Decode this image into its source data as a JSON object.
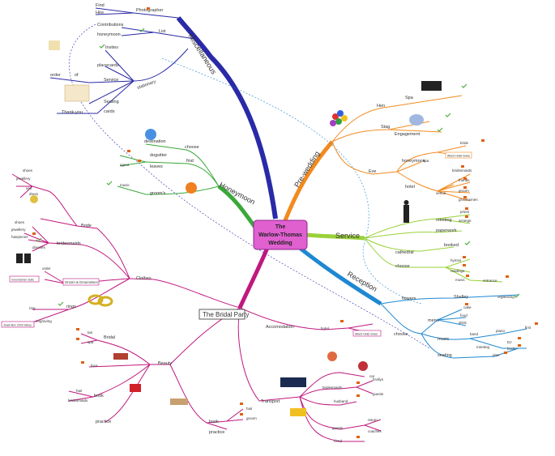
{
  "colors": {
    "misc": "#2a2aa8",
    "honeymoon": "#3aa83a",
    "prewedding": "#f28a1e",
    "service": "#9ad13a",
    "reception": "#1e88d2",
    "bridal": "#c0187f",
    "central_fill": "#e060d0"
  },
  "central": {
    "line1": "The",
    "line2": "Warlow-Thomas",
    "line3": "Wedding"
  },
  "misc": {
    "branch": "Miscellaneous",
    "photographer": "Photographer",
    "find": "Find",
    "hire": "Hire",
    "list": "List",
    "contributions": "Contributions",
    "honeymoon": "honeymoon",
    "invites": "Invites",
    "placecards": "placecards",
    "order": "order",
    "of": "of",
    "service": "Service",
    "seating": "Seating",
    "stationary": "stationary",
    "cards": "cards",
    "thankyou": "Thank-you"
  },
  "honeymoon": {
    "branch": "Honeymoon",
    "choose": "choose",
    "destination": "destination",
    "find": "find",
    "dogsitter": "dogsitter",
    "leaves": "leaves",
    "agent": "agent",
    "grooms": "groom's",
    "music": "music"
  },
  "prewedding": {
    "branch": "Pre-wedding",
    "hen": "Hen",
    "spa": "Spa",
    "stag": "Stag",
    "engagement": "Engagement",
    "eve": "Eve",
    "honeymoon": "honeymoon",
    "bride": "bride",
    "hotel_box": "Albert Hotel Sowe",
    "spa2": "spa",
    "hotel": "hotel",
    "bridesmaids": "bridesmaids",
    "friends": "friends",
    "venue": "venue",
    "groom": "groom",
    "groomsmen": "groomsmen"
  },
  "service": {
    "branch": "Service",
    "meeting": "meeting",
    "priest": "priest",
    "arrange": "arrange",
    "paperwork": "paperwork",
    "cathedral": "cathedral",
    "booked": "booked",
    "choose": "choose",
    "hymns": "hymns",
    "readings": "readings",
    "music": "music",
    "entrance": "entrance"
  },
  "reception": {
    "branch": "Reception",
    "flowers": "flowers",
    "shelley": "Shelley",
    "organising": "organising",
    "choose": "choose",
    "menu": "menu",
    "cake": "cake",
    "food": "food",
    "drink": "drink",
    "music": "music",
    "band": "band",
    "piano": "piano",
    "first": "first",
    "dj": "DJ",
    "meeting": "meeting",
    "book": "book",
    "seating": "seating",
    "plan": "plan"
  },
  "bridal": {
    "branch": "The Bridal Party",
    "clothes": "Clothes",
    "bride": "Bride",
    "shoes": "shoes",
    "jewellery": "jewellery",
    "veil": "veil",
    "dress": "dress",
    "bridesmaids": "bridesmaids",
    "shoes2": "shoes",
    "jewellery2": "jewellery",
    "hairpieces": "hairpieces",
    "dresses": "dresses",
    "order": "order",
    "grooms": "Groom & Groomsmen",
    "box1": "Groomsmen Suits",
    "rings": "rings",
    "ring": "ring",
    "engraving": "engraving",
    "box2": "Jewel Box 20x5 Silvey",
    "accomodation": "Accomodation",
    "hotel": "hotel",
    "hotel_box": "Albert Hotel Sowe",
    "beauty": "Beauty",
    "bridal": "Bridal",
    "tan": "tan",
    "spa": "spa",
    "face": "face",
    "book": "book",
    "hair": "hair",
    "practice": "practice",
    "groom": "groom",
    "transport": "Transport",
    "car": "car",
    "bridesmaids_t": "bridesmaids",
    "guests": "guests",
    "husband": "husband",
    "brollys": "brollys",
    "guests2": "guests",
    "return": "return",
    "coaches": "coaches",
    "book2": "book",
    "hired": "hired"
  }
}
